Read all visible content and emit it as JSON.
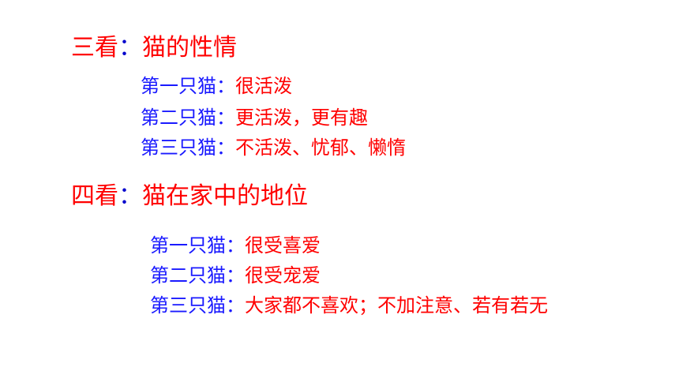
{
  "sections": [
    {
      "lead": "三看",
      "separator": "：",
      "title": "猫的性情",
      "items": [
        {
          "label": "第一只猫：",
          "value": "很活泼"
        },
        {
          "label": "第二只猫：",
          "value": "更活泼，更有趣"
        },
        {
          "label": "第三只猫：",
          "value": "不活泼、忧郁、懒惰"
        }
      ]
    },
    {
      "lead": "四看",
      "separator": "：",
      "title": "猫在家中的地位",
      "items": [
        {
          "label": "第一只猫：",
          "value": "很受喜爱"
        },
        {
          "label": "第二只猫：",
          "value": "很受宠爱"
        },
        {
          "label": "第三只猫：",
          "value": "大家都不喜欢；不加注意、若有若无"
        }
      ]
    }
  ],
  "colors": {
    "heading": "#ff0000",
    "label": "#1a1aff",
    "value": "#ff0000",
    "background": "#ffffff"
  }
}
